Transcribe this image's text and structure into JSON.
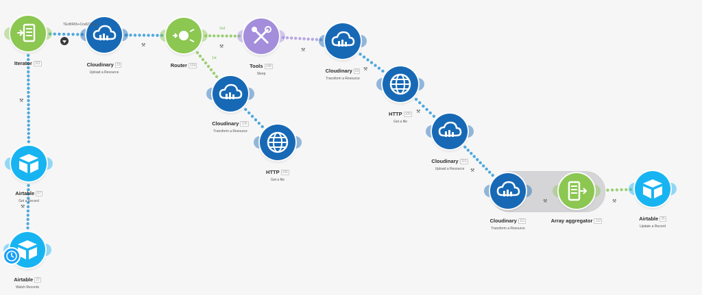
{
  "colors": {
    "green": "#8cc751",
    "cloudinary": "#1769b5",
    "airtable": "#18b4f2",
    "tools": "#a48ddb",
    "dots_blue": "#4ea9dc",
    "dots_green": "#9ccf74",
    "dots_purple": "#b7a6e4"
  },
  "modules": [
    {
      "key": "iterator",
      "name": "Iterator",
      "id": "101",
      "sub": "",
      "icon": "iterator-icon",
      "color": "#8cc751"
    },
    {
      "key": "cld1",
      "name": "Cloudinary",
      "id": "33",
      "sub": "Upload a Resource",
      "icon": "cloud-icon",
      "color": "#1769b5"
    },
    {
      "key": "router",
      "name": "Router",
      "id": "104",
      "sub": "",
      "icon": "router-icon",
      "color": "#8cc751"
    },
    {
      "key": "tools",
      "name": "Tools",
      "id": "108",
      "sub": "Sleep",
      "icon": "tools-icon",
      "color": "#a48ddb"
    },
    {
      "key": "cld2",
      "name": "Cloudinary",
      "id": "63",
      "sub": "Transform a Resource",
      "icon": "cloud-icon",
      "color": "#1769b5"
    },
    {
      "key": "cld3",
      "name": "Cloudinary",
      "id": "105",
      "sub": "Transform a Resource",
      "icon": "cloud-icon",
      "color": "#1769b5"
    },
    {
      "key": "http1",
      "name": "HTTP",
      "id": "106",
      "sub": "Get a file",
      "icon": "globe-icon",
      "color": "#1769b5"
    },
    {
      "key": "http2",
      "name": "HTTP",
      "id": "109",
      "sub": "Get a file",
      "icon": "globe-icon",
      "color": "#1769b5"
    },
    {
      "key": "cld4",
      "name": "Cloudinary",
      "id": "110",
      "sub": "Upload a Resource",
      "icon": "cloud-icon",
      "color": "#1769b5"
    },
    {
      "key": "cld5",
      "name": "Cloudinary",
      "id": "111",
      "sub": "Transform a Resource",
      "icon": "cloud-icon",
      "color": "#1769b5"
    },
    {
      "key": "agg",
      "name": "Array aggregator",
      "id": "112",
      "sub": "",
      "icon": "aggregator-icon",
      "color": "#8cc751"
    },
    {
      "key": "at_update",
      "name": "Airtable",
      "id": "25",
      "sub": "Update a Record",
      "icon": "airtable-icon",
      "color": "#18b4f2"
    },
    {
      "key": "at_get",
      "name": "Airtable",
      "id": "67",
      "sub": "Get a Record",
      "icon": "airtable-icon",
      "color": "#18b4f2"
    },
    {
      "key": "at_watch",
      "name": "Airtable",
      "id": "22",
      "sub": "Watch Records",
      "icon": "airtable-icon",
      "color": "#18b4f2"
    }
  ],
  "connections": [
    {
      "from": "iterator",
      "to": "cld1",
      "color": "dots_blue"
    },
    {
      "from": "cld1",
      "to": "router",
      "color": "dots_blue"
    },
    {
      "from": "router",
      "to": "tools",
      "color": "dots_green"
    },
    {
      "from": "tools",
      "to": "cld2",
      "color": "dots_purple"
    },
    {
      "from": "router",
      "to": "cld3",
      "color": "dots_green"
    },
    {
      "from": "cld3",
      "to": "http1",
      "color": "dots_blue"
    },
    {
      "from": "cld2",
      "to": "http2",
      "color": "dots_blue"
    },
    {
      "from": "http2",
      "to": "cld4",
      "color": "dots_blue"
    },
    {
      "from": "cld4",
      "to": "cld5",
      "color": "dots_blue"
    },
    {
      "from": "cld5",
      "to": "agg",
      "color": "dots_green"
    },
    {
      "from": "agg",
      "to": "at_update",
      "color": "dots_green"
    },
    {
      "from": "at_watch",
      "to": "at_get",
      "color": "dots_blue"
    },
    {
      "from": "at_get",
      "to": "iterator",
      "color": "dots_blue"
    }
  ],
  "annotations": {
    "filter_note": "TEnBR6h+Cnd/22yrq+l",
    "route_1": "2nd",
    "route_2": "1st"
  }
}
